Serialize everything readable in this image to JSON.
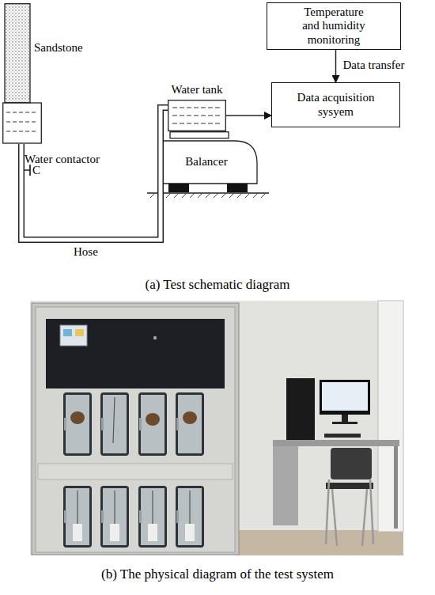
{
  "diagram": {
    "nodes": [
      {
        "text": [
          "Sandstone"
        ]
      },
      {
        "text": [
          "Temperature and humidity monitoring"
        ]
      },
      {
        "text": [
          "Water tank"
        ]
      },
      {
        "text": [
          "Data acquisition sysyem"
        ]
      },
      {
        "text": [
          "Balancer"
        ]
      }
    ],
    "edges": [
      {
        "from": 1,
        "to": 3,
        "arrow": "to",
        "label": "Data transfer"
      },
      {
        "from": 2,
        "to": 3,
        "arrow": "to"
      },
      {
        "from": 0,
        "to": 2,
        "arrow": "none",
        "label": "Hose"
      }
    ],
    "labels": [
      "Water contactor",
      "C",
      "(a) Test schematic diagram",
      "(b) The physical diagram of the test system"
    ]
  }
}
